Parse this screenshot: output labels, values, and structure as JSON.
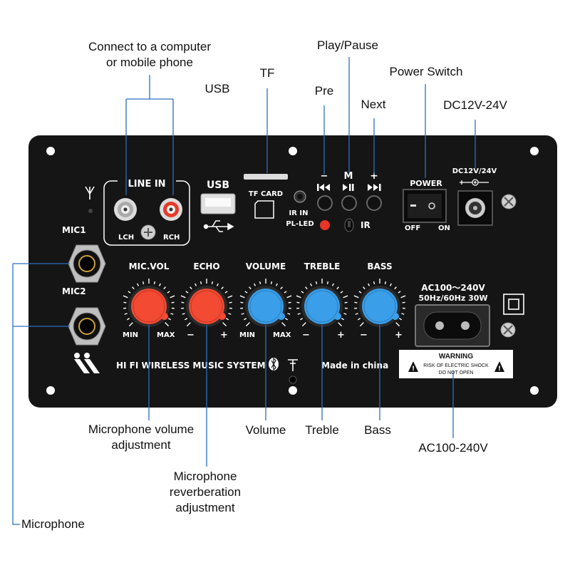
{
  "callouts": {
    "connect_line1": "Connect to a computer",
    "connect_line2": "or mobile phone",
    "usb": "USB",
    "tf": "TF",
    "play_pause": "Play/Pause",
    "pre": "Pre",
    "next": "Next",
    "power_switch": "Power Switch",
    "dc": "DC12V-24V",
    "mic_vol_line1": "Microphone volume",
    "mic_vol_line2": "adjustment",
    "mic_rev_line1": "Microphone",
    "mic_rev_line2": "reverberation",
    "mic_rev_line3": "adjustment",
    "volume": "Volume",
    "treble": "Treble",
    "bass": "Bass",
    "ac": "AC100-240V",
    "microphone": "Microphone"
  },
  "panel": {
    "line_in": "LINE IN",
    "lch": "LCH",
    "rch": "RCH",
    "usb": "USB",
    "tf_card": "TF CARD",
    "ir_in": "IR IN",
    "pl_led": "PL-LED",
    "ir": "IR",
    "m": "M",
    "minus": "−",
    "plus": "+",
    "power": "POWER",
    "off": "OFF",
    "on": "ON",
    "dc": "DC12V/24V",
    "mic1": "MIC1",
    "mic2": "MIC2",
    "knob_labels": [
      "MIC.VOL",
      "ECHO",
      "VOLUME",
      "TREBLE",
      "BASS"
    ],
    "min": "MIN",
    "max": "MAX",
    "ac_line1": "AC100～240V",
    "ac_line2": "50Hz/60Hz 30W",
    "warning": "WARNING",
    "warning_line1": "RISK OF ELECTRIC SHOCK",
    "warning_line2": "DO NOT OPEN",
    "brand": "HI FI WIRELESS MUSIC SYSTEM",
    "made_in": "Made in china"
  },
  "colors": {
    "panel": "#151515",
    "red_knob": "#f24a33",
    "blue_knob": "#3a9ee8",
    "callout_line": "#2a6fc0",
    "led": "#e8352a"
  },
  "icons": [
    "antenna-icon",
    "bluetooth-icon",
    "usb-icon",
    "screw-icon",
    "prev-icon",
    "play-pause-icon",
    "next-icon",
    "warning-icon",
    "class-ii-icon"
  ]
}
